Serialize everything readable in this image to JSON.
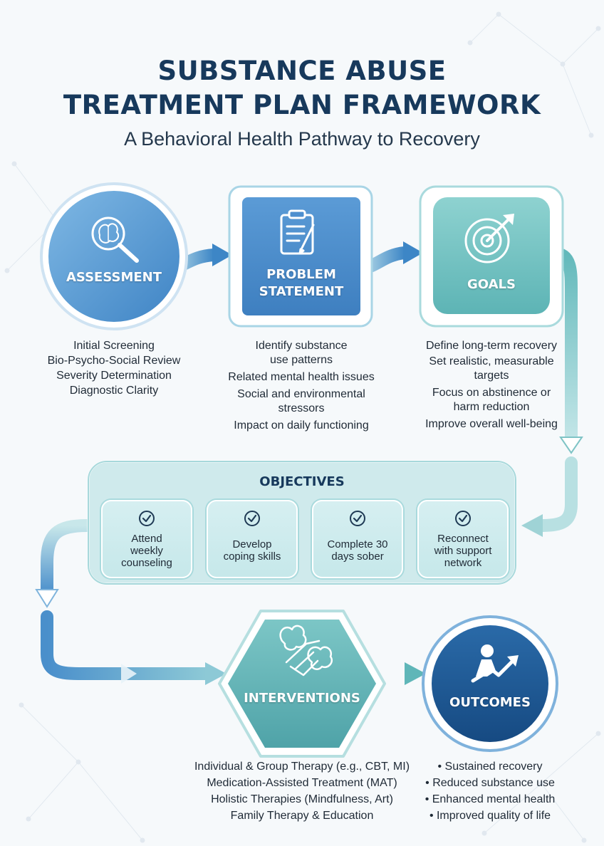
{
  "header": {
    "title_line1": "SUBSTANCE ABUSE",
    "title_line2": "TREATMENT PLAN FRAMEWORK",
    "subtitle": "A Behavioral Health Pathway to Recovery"
  },
  "colors": {
    "navy": "#17395c",
    "blue": "#4a8cc9",
    "teal": "#6cc0c0",
    "dark_blue": "#1f5a96"
  },
  "steps": {
    "assessment": {
      "label": "ASSESSMENT",
      "icon": "brain-magnifier-icon",
      "items": [
        "Initial Screening",
        "Bio-Psycho-Social Review",
        "Severity Determination",
        "Diagnostic Clarity"
      ]
    },
    "problem": {
      "label_line1": "PROBLEM",
      "label_line2": "STATEMENT",
      "icon": "clipboard-pen-icon",
      "items": [
        "Identify substance",
        "use patterns",
        "Related mental health issues",
        "Social and environmental",
        "stressors",
        "Impact on daily functioning"
      ]
    },
    "goals": {
      "label": "GOALS",
      "icon": "target-arrow-icon",
      "items": [
        "Define long-term recovery",
        "Set realistic, measurable",
        "targets",
        "Focus on abstinence or",
        "harm reduction",
        "Improve overall well-being"
      ]
    },
    "objectives": {
      "label": "OBJECTIVES",
      "cards": [
        {
          "line1": "Attend",
          "line2": "weekly",
          "line3": "counseling"
        },
        {
          "line1": "Develop",
          "line2": "coping skills",
          "line3": ""
        },
        {
          "line1": "Complete 30",
          "line2": "days sober",
          "line3": ""
        },
        {
          "line1": "Reconnect",
          "line2": "with support",
          "line3": "network"
        }
      ]
    },
    "interventions": {
      "label": "INTERVENTIONS",
      "icon": "brain-handshake-icon",
      "items": [
        "Individual & Group Therapy (e.g., CBT, MI)",
        "Medication-Assisted Treatment (MAT)",
        "Holistic Therapies (Mindfulness, Art)",
        "Family Therapy & Education"
      ]
    },
    "outcomes": {
      "label": "OUTCOMES",
      "icon": "person-rising-icon",
      "items": [
        "• Sustained recovery",
        "• Reduced substance use",
        "• Enhanced mental health",
        "• Improved quality of life"
      ]
    }
  }
}
